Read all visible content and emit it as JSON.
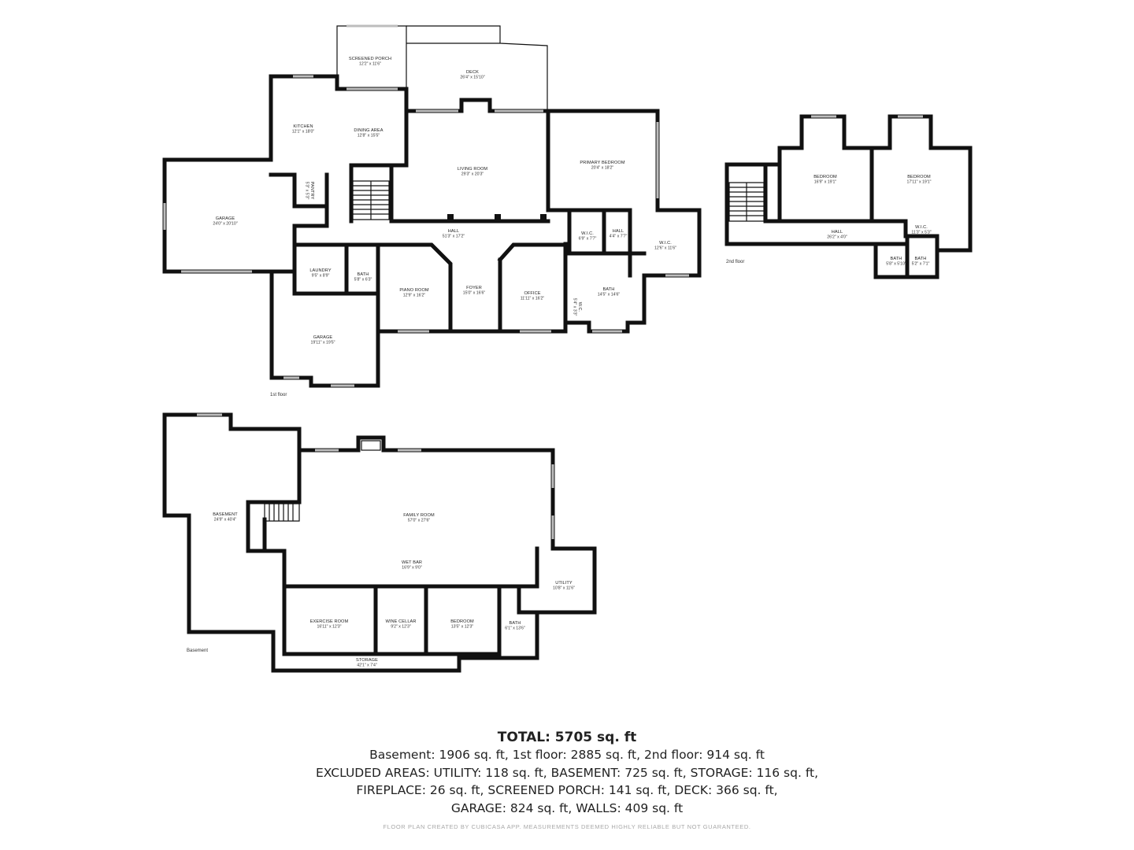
{
  "floors": {
    "first": {
      "label": "1st floor",
      "rooms": [
        {
          "id": "screened-porch",
          "name": "SCREENED PORCH",
          "dims": "12'2\" x 11'6\""
        },
        {
          "id": "deck",
          "name": "DECK",
          "dims": "26'4\" x 15'10\""
        },
        {
          "id": "kitchen",
          "name": "KITCHEN",
          "dims": "12'1\" x 18'0\""
        },
        {
          "id": "dining-area",
          "name": "DINING AREA",
          "dims": "12'8\" x 15'5\""
        },
        {
          "id": "living-room",
          "name": "LIVING ROOM",
          "dims": "29'3\" x 20'3\""
        },
        {
          "id": "primary-bedroom",
          "name": "PRIMARY BEDROOM",
          "dims": "20'4\" x 18'2\""
        },
        {
          "id": "garage-1",
          "name": "GARAGE",
          "dims": "24'0\" x 20'10\""
        },
        {
          "id": "pantry",
          "name": "PANTRY",
          "dims": "5'3\" x 5'3\""
        },
        {
          "id": "hall-main",
          "name": "HALL",
          "dims": "51'3\" x 17'2\""
        },
        {
          "id": "wic-1",
          "name": "W.I.C.",
          "dims": "6'9\" x 7'7\""
        },
        {
          "id": "hall-small",
          "name": "HALL",
          "dims": "4'4\" x 7'7\""
        },
        {
          "id": "wic-2",
          "name": "W.I.C.",
          "dims": "12'6\" x 11'6\""
        },
        {
          "id": "laundry",
          "name": "LAUNDRY",
          "dims": "9'5\" x 8'9\""
        },
        {
          "id": "bath-small",
          "name": "BATH",
          "dims": "5'8\" x 6'3\""
        },
        {
          "id": "piano-room",
          "name": "PIANO ROOM",
          "dims": "12'9\" x 16'2\""
        },
        {
          "id": "foyer",
          "name": "FOYER",
          "dims": "15'0\" x 16'6\""
        },
        {
          "id": "office",
          "name": "OFFICE",
          "dims": "11'11\" x 16'2\""
        },
        {
          "id": "primary-bath",
          "name": "BATH",
          "dims": "14'5\" x 14'6\""
        },
        {
          "id": "wc",
          "name": "W.C.",
          "dims": "5'4\" x 3'3\""
        },
        {
          "id": "garage-2",
          "name": "GARAGE",
          "dims": "19'11\" x 19'5\""
        }
      ]
    },
    "second": {
      "label": "2nd floor",
      "rooms": [
        {
          "id": "bedroom-a",
          "name": "BEDROOM",
          "dims": "16'9\" x 19'1\""
        },
        {
          "id": "bedroom-b",
          "name": "BEDROOM",
          "dims": "17'11\" x 19'1\""
        },
        {
          "id": "hall-2",
          "name": "HALL",
          "dims": "26'2\" x 4'0\""
        },
        {
          "id": "wic-3",
          "name": "W.I.C.",
          "dims": "11'3\" x 5'3\""
        },
        {
          "id": "bath-a",
          "name": "BATH",
          "dims": "5'8\" x 5'10\""
        },
        {
          "id": "bath-b",
          "name": "BATH",
          "dims": "5'2\" x 7'1\""
        }
      ]
    },
    "basement": {
      "label": "Basement",
      "rooms": [
        {
          "id": "basement",
          "name": "BASEMENT",
          "dims": "24'9\" x 40'4\""
        },
        {
          "id": "family-room",
          "name": "FAMILY ROOM",
          "dims": "57'0\" x 27'6\""
        },
        {
          "id": "wet-bar",
          "name": "WET BAR",
          "dims": "16'9\" x 9'0\""
        },
        {
          "id": "utility",
          "name": "UTILITY",
          "dims": "10'8\" x 11'6\""
        },
        {
          "id": "exercise-room",
          "name": "EXERCISE ROOM",
          "dims": "16'11\" x 12'3\""
        },
        {
          "id": "wine-cellar",
          "name": "WINE CELLAR",
          "dims": "9'2\" x 12'3\""
        },
        {
          "id": "bedroom-c",
          "name": "BEDROOM",
          "dims": "13'5\" x 12'3\""
        },
        {
          "id": "bath-c",
          "name": "BATH",
          "dims": "6'1\" x 13'6\""
        },
        {
          "id": "storage",
          "name": "STORAGE",
          "dims": "42'1\" x 7'4\""
        }
      ]
    }
  },
  "summary": {
    "total": "TOTAL: 5705 sq. ft",
    "lines": [
      "Basement: 1906 sq. ft, 1st floor: 2885 sq. ft, 2nd floor: 914 sq. ft",
      "EXCLUDED AREAS: UTILITY: 118 sq. ft, BASEMENT: 725 sq. ft, STORAGE: 116 sq. ft,",
      "FIREPLACE: 26 sq. ft, SCREENED PORCH: 141 sq. ft, DECK: 366 sq. ft,",
      "GARAGE: 824 sq. ft, WALLS: 409 sq. ft"
    ]
  },
  "credit": "FLOOR PLAN CREATED BY CUBICASA APP. MEASUREMENTS DEEMED HIGHLY RELIABLE BUT NOT GUARANTEED."
}
